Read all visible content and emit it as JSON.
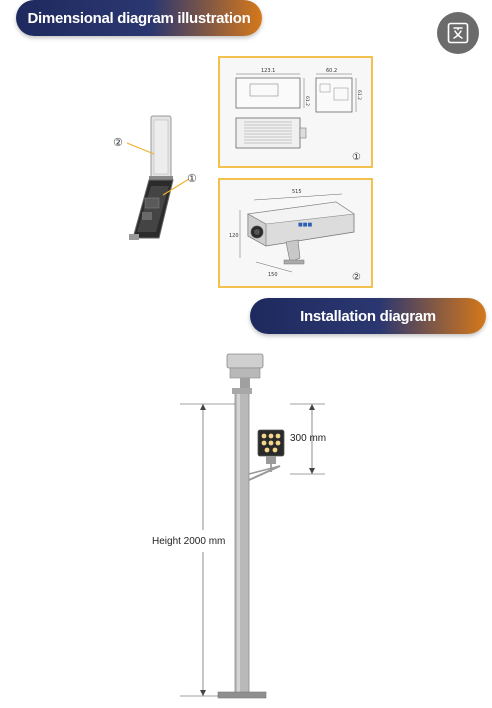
{
  "banners": {
    "dimensional": "Dimensional diagram illustration",
    "installation": "Installation diagram"
  },
  "icons": {
    "translate": "translate-icon"
  },
  "callouts": {
    "one": "①",
    "two": "②"
  },
  "panel1": {
    "dim_length": "123.1",
    "dim_width": "60.2",
    "dim_height_left": "61.2",
    "dim_height_right": "61.2",
    "marker": "①"
  },
  "panel2": {
    "dim_length": "515",
    "dim_height": "120",
    "dim_depth": "150",
    "marker": "②"
  },
  "install": {
    "light_spacing": "300 mm",
    "pole_height": "Height 2000 mm"
  },
  "colors": {
    "banner_dark": "#1e2a5e",
    "banner_orange": "#d5781a",
    "panel_border": "#f2c14e"
  }
}
